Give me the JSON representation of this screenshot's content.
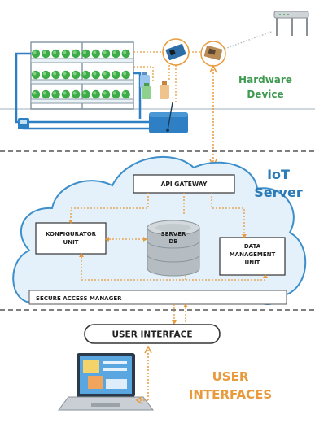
{
  "layers": {
    "hardware": {
      "title_line1": "Hardware",
      "title_line2": "Device"
    },
    "server": {
      "title_line1": "IoT",
      "title_line2": "Server"
    },
    "user": {
      "title_line1": "USER",
      "title_line2": "INTERFACES"
    }
  },
  "components": {
    "api_gateway": "API GATEWAY",
    "konfigurator_line1": "KONFIGURATOR",
    "konfigurator_line2": "UNIT",
    "server_db_line1": "SERVER",
    "server_db_line2": "DB",
    "data_mgmt_line1": "DATA",
    "data_mgmt_line2": "MANAGEMENT",
    "data_mgmt_line3": "UNIT",
    "secure_access": "SECURE ACCESS MANAGER",
    "user_interface": "USER INTERFACE"
  },
  "colors": {
    "accent_orange": "#e89a3c",
    "hardware_green": "#3f9a52",
    "server_blue": "#2a7bb8",
    "cloud_fill": "#e4f1fa",
    "cloud_stroke": "#3d8fcb",
    "leaf_green": "#3cab48",
    "pipe_blue": "#2f7fc4"
  }
}
